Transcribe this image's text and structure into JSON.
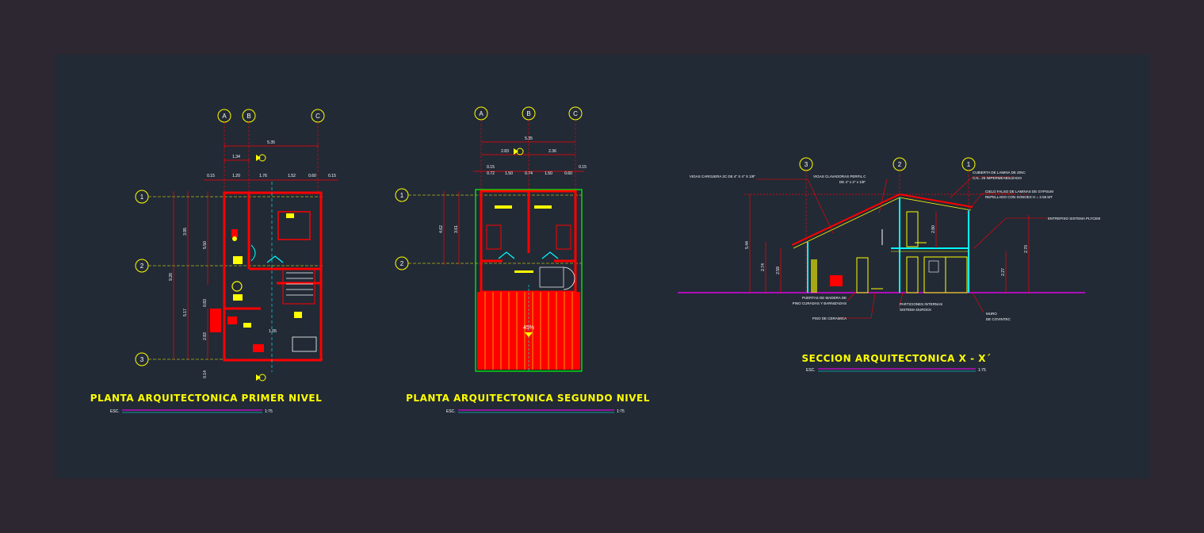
{
  "colors": {
    "background": "#2c2730",
    "drawing_area": "#222a36",
    "wall": "#ff0000",
    "title": "#ffff00",
    "dimension": "#ff0000",
    "axis": "#ffff00",
    "ground": "#ff00ff",
    "roof_hatch": "#ff0000",
    "green": "#00ff00",
    "cyan": "#00ffff"
  },
  "plan1": {
    "title": "PLANTA ARQUITECTONICA PRIMER NIVEL",
    "scale_prefix": "ESC.",
    "scale_value": "1:75",
    "axes_top": [
      "A",
      "B",
      "C"
    ],
    "axes_left": [
      "1",
      "2",
      "3"
    ],
    "dims_top": [
      "5.35",
      "1.34",
      "0.15",
      "1.20",
      "1.76",
      "1.52",
      "0.60",
      "0.15"
    ],
    "dims_left": [
      "3.95",
      "9.26",
      "5.17",
      "5.50",
      "2.83",
      "0.83",
      "0.14",
      "1.05"
    ]
  },
  "plan2": {
    "title": "PLANTA ARQUITECTONICA SEGUNDO NIVEL",
    "scale_prefix": "ESC.",
    "scale_value": "1:75",
    "axes_top": [
      "A",
      "B",
      "C"
    ],
    "axes_left": [
      "1",
      "2"
    ],
    "dims_top": [
      "5.35",
      "2.83",
      "2.36",
      "0.15",
      "0.72",
      "1.50",
      "0.74",
      "1.50",
      "0.60",
      "0.15"
    ],
    "dims_left": [
      "4.62",
      "3.61"
    ],
    "slope": "45%"
  },
  "section": {
    "title": "SECCION ARQUITECTONICA X - X´",
    "scale_prefix": "ESC.",
    "scale_value": "1:75",
    "axes": [
      "3",
      "2",
      "1"
    ],
    "dims": [
      "5.44",
      "2.74",
      "2.59",
      "2.80",
      "2.70",
      "2.27"
    ],
    "notes": {
      "vigas_carguera": "VIGAS CARGUERA 2C DE 4\" X 4\" X 1/8\"",
      "vigas_clavadoras_1": "VIGAS CLAVADORAS PERFIL C",
      "vigas_clavadoras_2": "DE 4\" x 2\" x 1/8\"",
      "cubierta_1": "CUBIERTA DE LAMINA DE ZINC",
      "cubierta_2": "CAL. 26 IMPERMEABILIZADO",
      "cielo_1": "CIELO FALSO DE LAMINAS DE GYPSUM",
      "cielo_2": "REPELLADO CON SONOEX H = 2.55 MT",
      "entrepiso": "ENTREPISO SISTEMA PLYCEM",
      "puertas_1": "PUERTAS DE MADERA DE",
      "puertas_2": "PINO CURADAS Y BARNIZADAS",
      "piso": "PISO DE CERAMICA",
      "particiones_1": "PARTICIONES INTERNAS",
      "particiones_2": "SISTEMA DUROCK",
      "muro_1": "MURO",
      "muro_2": "DE COVINTEC"
    }
  }
}
